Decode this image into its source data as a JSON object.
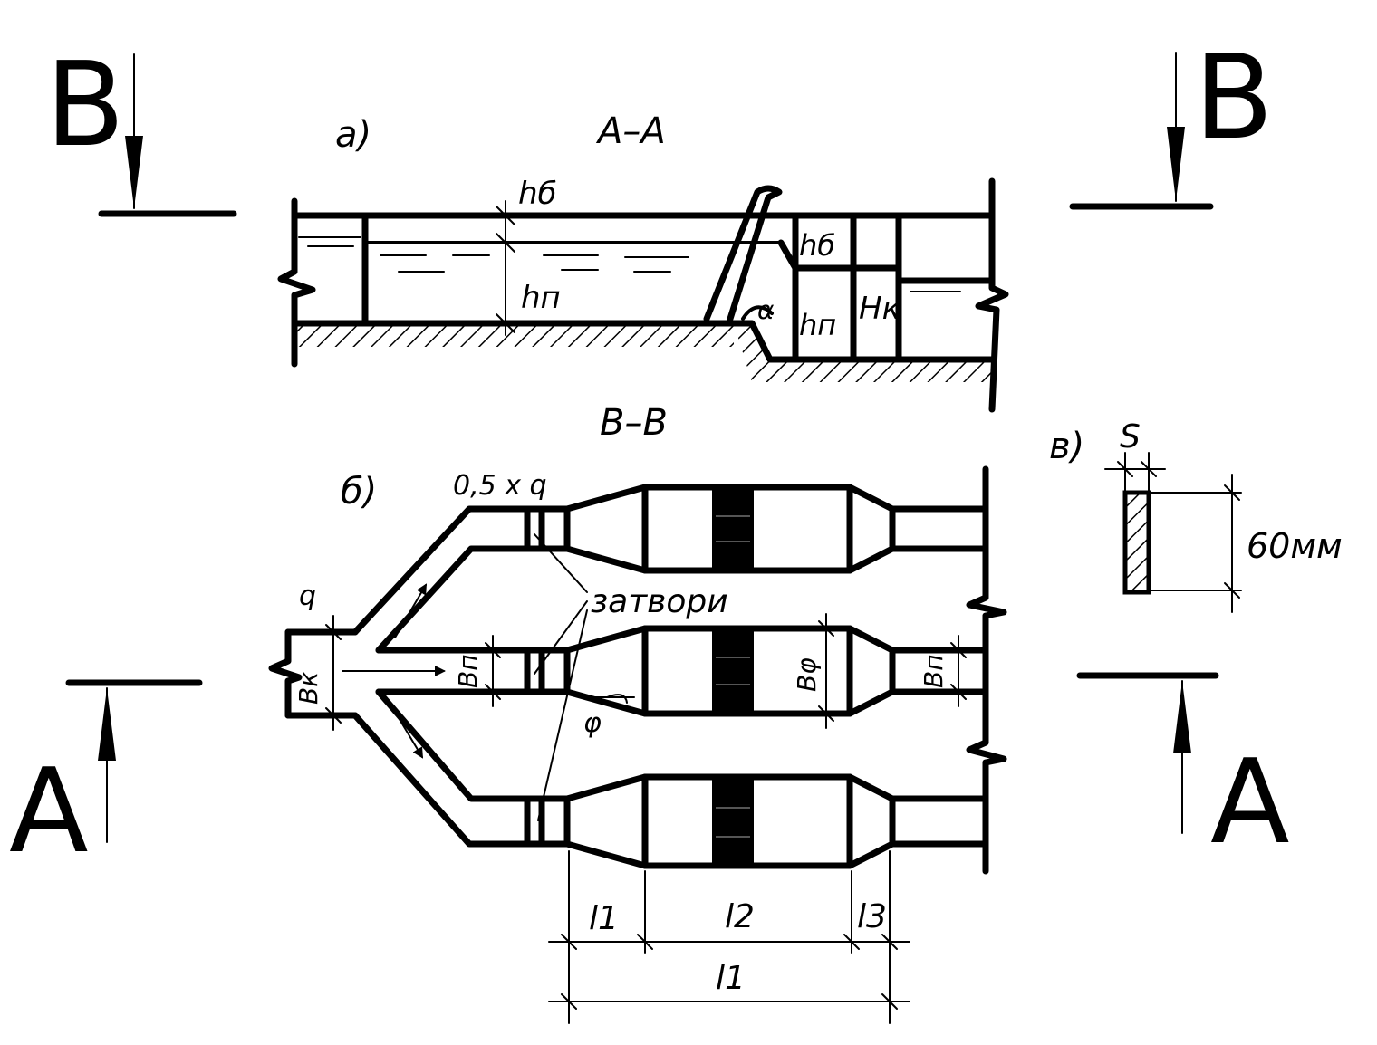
{
  "section_marks": {
    "top_left": "B",
    "top_right": "B",
    "bottom_left": "A",
    "bottom_right": "A"
  },
  "view_a": {
    "label": "а)",
    "title": "A–A",
    "h_b_upstream": "hб",
    "h_n_upstream": "hп",
    "h_b_downstream": "hб",
    "h_n_downstream": "hп",
    "H_k": "Hк",
    "alpha": "α"
  },
  "view_b": {
    "label": "б)",
    "title": "B–B",
    "flow_branch": "0,5 x q",
    "flow_total": "q",
    "B_k": "Bк",
    "B_n_left": "Bп",
    "B_phi": "Bφ",
    "B_n_right": "Bп",
    "phi": "φ",
    "gates": "затвори",
    "l1": "l1",
    "l2": "l2",
    "l3": "l3",
    "l_total": "l1"
  },
  "view_v": {
    "label": "в)",
    "s": "S",
    "height": "60мм"
  },
  "colors": {
    "ink": "#000000",
    "paper": "#ffffff"
  }
}
